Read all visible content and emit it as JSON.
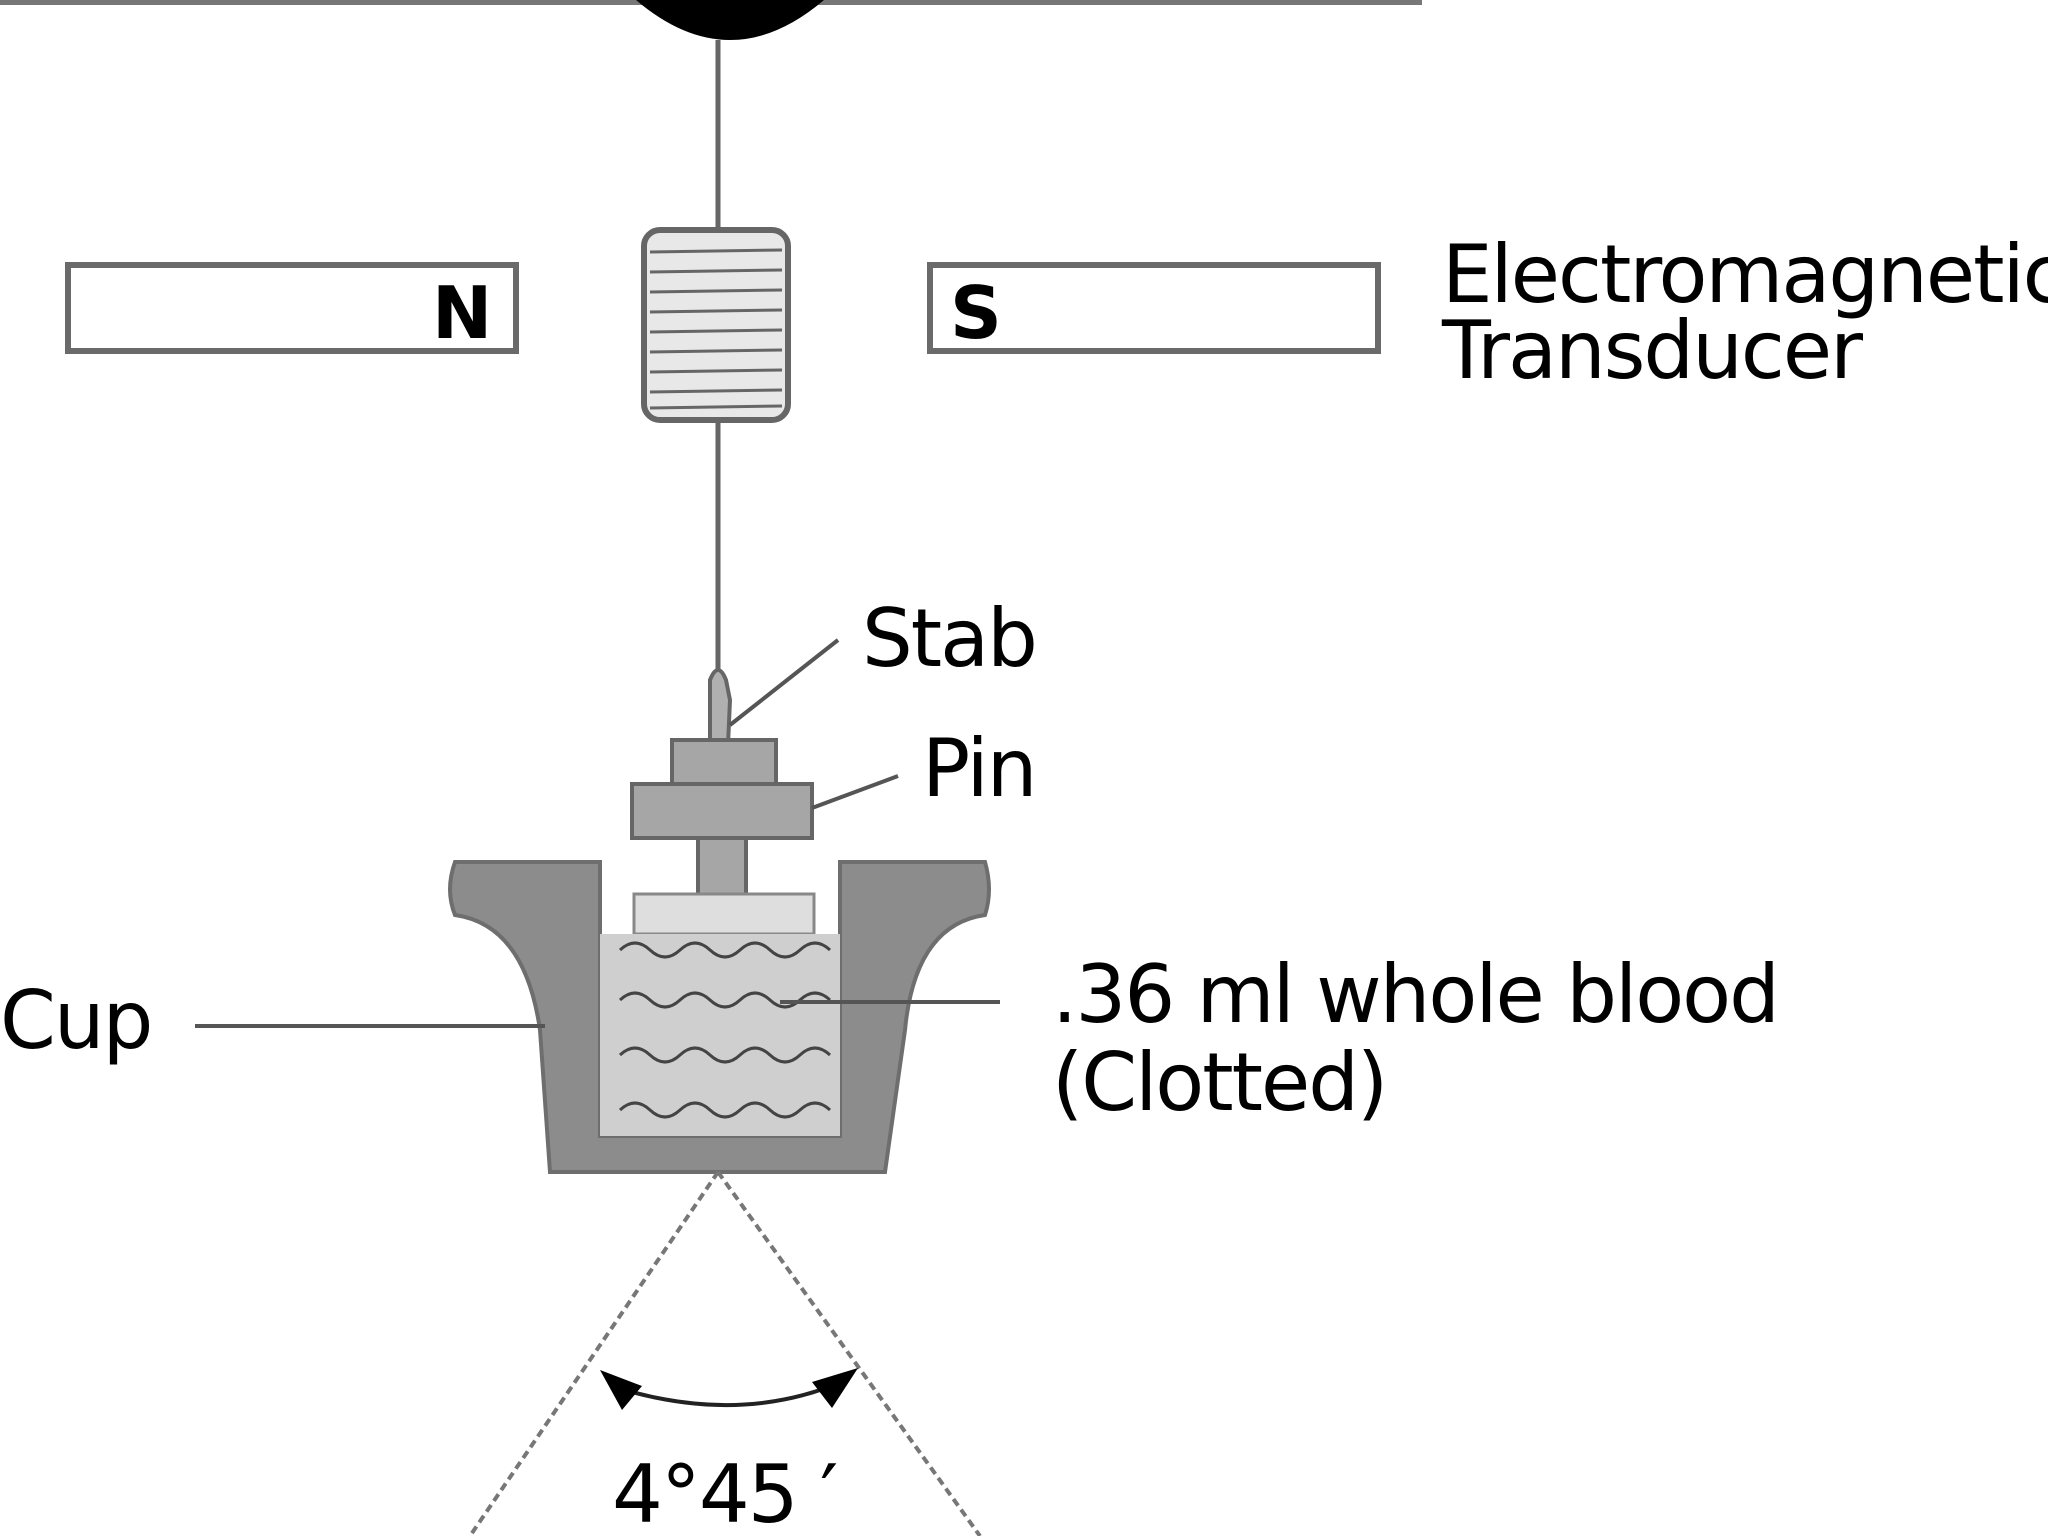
{
  "labels": {
    "magnet_north": "N",
    "magnet_south": "S",
    "transducer_line1": "Electromagnetic",
    "transducer_line2": "Transducer",
    "stab": "Stab",
    "pin": "Pin",
    "cup": "Cup",
    "blood_line1": ".36 ml whole blood",
    "blood_line2": "(Clotted)",
    "angle": "4°45 ′"
  },
  "colors": {
    "outline": "#555555",
    "cup_fill": "#8c8c8c",
    "pin_fill": "#a6a6a6",
    "blood_fill": "#cfcfcf",
    "coil_fill": "#e8e8e8",
    "pivot_fill": "#000000"
  }
}
